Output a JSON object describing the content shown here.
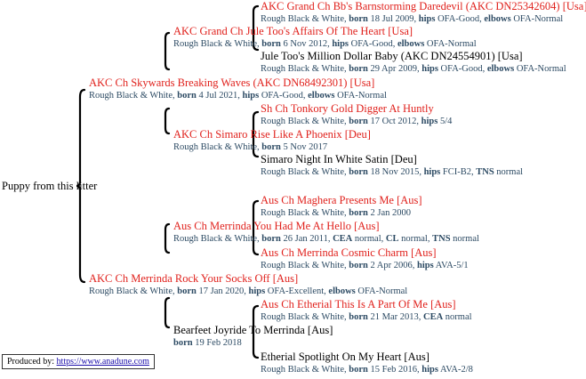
{
  "puppy_label": "Puppy from this litter",
  "producer": {
    "label": "Produced by:",
    "link_text": "https://www.anadune.com"
  },
  "labels": {
    "born": "born",
    "hips": "hips",
    "elbows": "elbows",
    "cea": "CEA",
    "cl": "CL",
    "tns": "TNS"
  },
  "sire": {
    "name": "AKC Ch Skywards Breaking Waves (AKC DN68492301) [Usa]",
    "coat": "Rough Black & White,",
    "born": "4 Jul 2021,",
    "hips": "OFA-Good,",
    "elbows": "OFA-Normal",
    "sire": {
      "name": "AKC Grand Ch Jule Too's Affairs Of The Heart [Usa]",
      "coat": "Rough Black & White,",
      "born": "6 Nov 2012,",
      "hips": "OFA-Good,",
      "elbows": "OFA-Normal",
      "sire": {
        "name": "AKC Grand Ch Bb's Barnstorming Daredevil (AKC DN25342604) [Usa]",
        "coat": "Rough Black & White,",
        "born": "18 Jul 2009,",
        "hips": "OFA-Good,",
        "elbows": "OFA-Normal"
      },
      "dam": {
        "name": "Jule Too's Million Dollar Baby (AKC DN24554901) [Usa]",
        "coat": "Rough Black & White,",
        "born": "29 Apr 2009,",
        "hips": "OFA-Good,",
        "elbows": "OFA-Normal"
      }
    },
    "dam": {
      "name": "AKC Ch Simaro Rise Like A Phoenix [Deu]",
      "coat": "Rough Black & White,",
      "born": "5 Nov 2017",
      "sire": {
        "name": "Sh Ch Tonkory Gold Digger At Huntly",
        "coat": "Rough Black & White,",
        "born": "17 Oct 2012,",
        "hips": "5/4"
      },
      "dam": {
        "name": "Simaro Night In White Satin [Deu]",
        "coat": "Rough Black & White,",
        "born": "18 Nov 2015,",
        "hips": "FCI-B2,",
        "tns": "normal"
      }
    }
  },
  "dam": {
    "name": "AKC Ch Merrinda Rock Your Socks Off [Aus]",
    "coat": "Rough Black & White,",
    "born": "17 Jan 2020,",
    "hips": "OFA-Excellent,",
    "elbows": "OFA-Normal",
    "sire": {
      "name": "Aus Ch Merrinda You Had Me At Hello [Aus]",
      "coat": "Rough Black & White,",
      "born": "26 Jan 2011,",
      "cea": "normal,",
      "cl": "normal,",
      "tns": "normal",
      "sire": {
        "name": "Aus Ch Maghera Presents Me [Aus]",
        "coat": "Rough Black & White,",
        "born": "2 Jan 2000"
      },
      "dam": {
        "name": "Aus Ch Merrinda Cosmic Charm [Aus]",
        "coat": "Rough Black & White,",
        "born": "2 Apr 2006,",
        "hips": "AVA-5/1"
      }
    },
    "dam": {
      "name": "Bearfeet Joyride To Merrinda [Aus]",
      "born": "19 Feb 2018",
      "sire": {
        "name": "Aus Ch Etherial This Is A Part Of Me [Aus]",
        "coat": "Rough Black & White,",
        "born": "21 Mar 2013,",
        "cea": "normal"
      },
      "dam": {
        "name": "Etherial Spotlight On My Heart [Aus]",
        "coat": "Rough Black & White,",
        "born": "15 Feb 2016,",
        "hips": "AVA-2/8"
      }
    }
  }
}
